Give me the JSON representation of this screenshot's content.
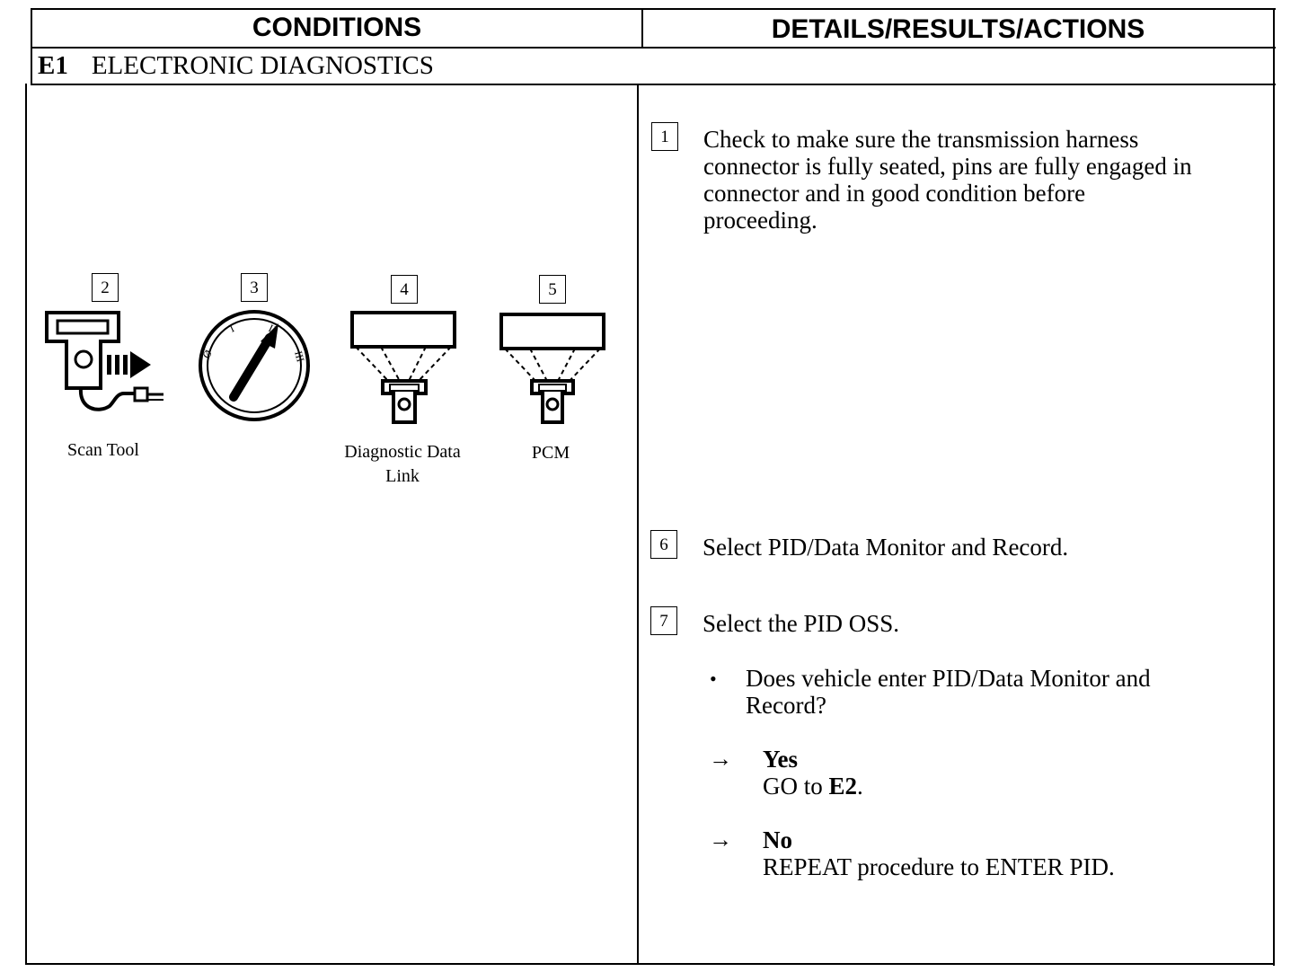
{
  "header": {
    "left_title": "CONDITIONS",
    "right_title": "DETAILS/RESULTS/ACTIONS"
  },
  "section": {
    "code": "E1",
    "title": "ELECTRONIC DIAGNOSTICS"
  },
  "illustrations": [
    {
      "step": "2",
      "caption": "Scan Tool",
      "icon": "scan-tool-icon"
    },
    {
      "step": "3",
      "caption": "",
      "icon": "ignition-switch-icon",
      "dial_labels": [
        "Ø",
        "I",
        "II",
        "III"
      ]
    },
    {
      "step": "4",
      "caption_line1": "Diagnostic Data",
      "caption_line2": "Link",
      "icon": "diagnostic-data-link-icon"
    },
    {
      "step": "5",
      "caption": "PCM",
      "icon": "pcm-icon"
    }
  ],
  "steps": {
    "s1": {
      "number": "1",
      "lines": [
        "Check to make sure the transmission harness",
        "connector is fully seated, pins are fully engaged in",
        "connector and in good condition before",
        "proceeding."
      ]
    },
    "s6": {
      "number": "6",
      "text": "Select PID/Data Monitor and Record."
    },
    "s7": {
      "number": "7",
      "text": "Select the PID OSS."
    }
  },
  "question": {
    "bullet": "•",
    "line1": "Does vehicle enter PID/Data Monitor and",
    "line2": "Record?"
  },
  "answers": {
    "yes": {
      "arrow": "→",
      "label": "Yes",
      "action_prefix": "GO to ",
      "action_target": "E2",
      "action_suffix": "."
    },
    "no": {
      "arrow": "→",
      "label": "No",
      "action": "REPEAT procedure to ENTER PID."
    }
  }
}
